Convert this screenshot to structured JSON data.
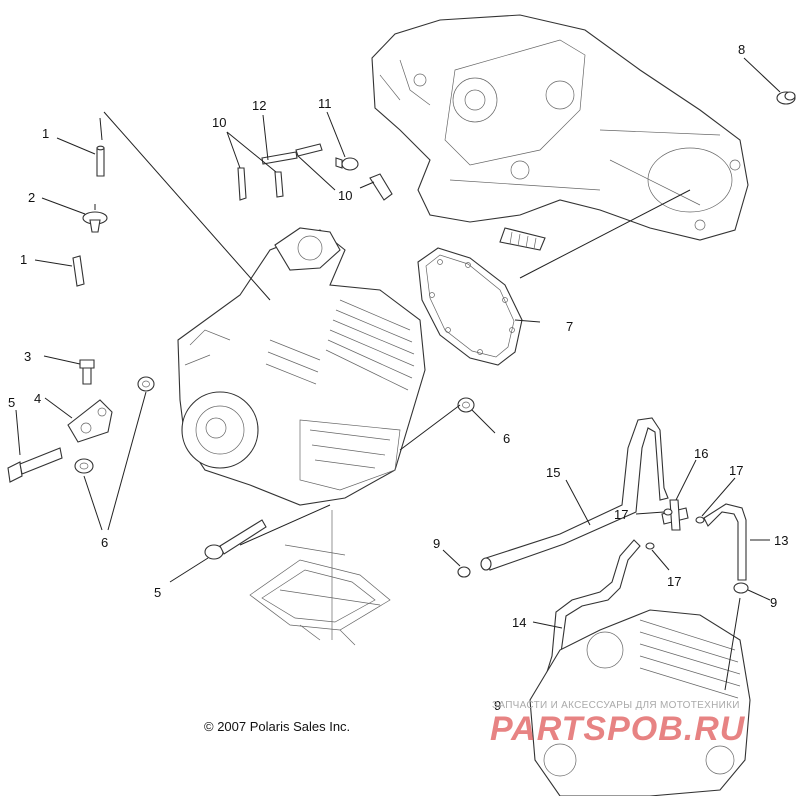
{
  "diagram": {
    "callouts": {
      "c1a": "1",
      "c2": "2",
      "c1b": "1",
      "c3": "3",
      "c4": "4",
      "c5a": "5",
      "c6a": "6",
      "c10a": "10",
      "c12": "12",
      "c11": "11",
      "c10b": "10",
      "c8": "8",
      "c7": "7",
      "c6b": "6",
      "c5b": "5",
      "c15": "15",
      "c16": "16",
      "c17a": "17",
      "c17b": "17",
      "c17c": "17",
      "c9a": "9",
      "c13": "13",
      "c9b": "9",
      "c14": "14",
      "c9c": "9"
    },
    "copyright": "© 2007 Polaris Sales Inc."
  },
  "watermark": {
    "tagline": "ЗАПЧАСТИ И АКСЕССУАРЫ ДЛЯ МОТОТЕХНИКИ",
    "brand": "PARTSPOB.RU"
  }
}
